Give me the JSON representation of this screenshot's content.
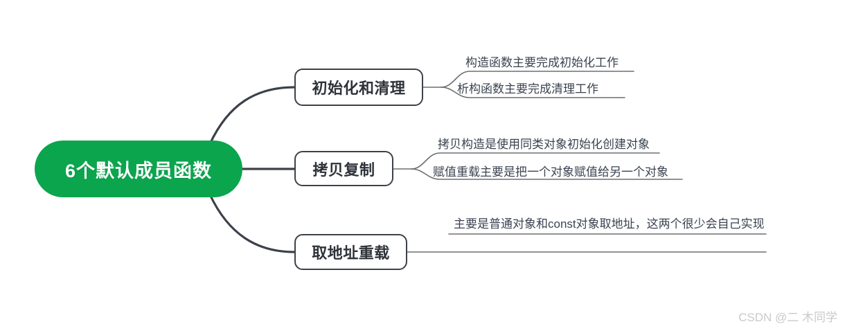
{
  "diagram": {
    "type": "mind-map",
    "title": "6个默认成员函数",
    "root": {
      "label": "6个默认成员函数",
      "fill_color": "#0BA54E",
      "text_color": "#FFFFFF"
    },
    "branches": [
      {
        "label": "初始化和清理",
        "leaves": [
          "构造函数主要完成初始化工作",
          "析构函数主要完成清理工作"
        ]
      },
      {
        "label": "拷贝复制",
        "leaves": [
          "拷贝构造是使用同类对象初始化创建对象",
          "赋值重载主要是把一个对象赋值给另一个对象"
        ]
      },
      {
        "label": "取地址重载",
        "leaves": [
          "主要是普通对象和const对象取地址，这两个很少会自己实现"
        ]
      }
    ],
    "edge_color": "#3C4149",
    "branch_border_color": "#3C4149",
    "leaf_text_color": "#3B4350"
  },
  "watermark": {
    "text": "CSDN @二 木同学",
    "color": "#C9C9C9"
  }
}
